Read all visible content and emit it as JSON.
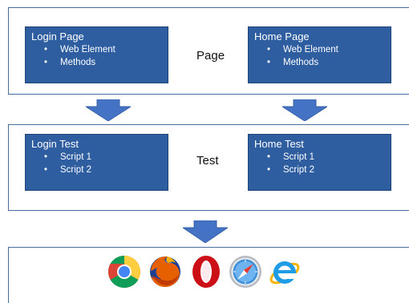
{
  "layers": {
    "page": {
      "label": "Page",
      "boxes": [
        {
          "title": "Login Page",
          "items": [
            "Web Element",
            "Methods"
          ]
        },
        {
          "title": "Home Page",
          "items": [
            "Web Element",
            "Methods"
          ]
        }
      ]
    },
    "test": {
      "label": "Test",
      "boxes": [
        {
          "title": "Login Test",
          "items": [
            "Script 1",
            "Script 2"
          ]
        },
        {
          "title": "Home Test",
          "items": [
            "Script 1",
            "Script 2"
          ]
        }
      ]
    }
  },
  "browsers": [
    "chrome-icon",
    "firefox-icon",
    "opera-icon",
    "safari-icon",
    "internet-explorer-icon"
  ],
  "colors": {
    "box_fill": "#2e5ea0",
    "arrow_fill": "#4472c4",
    "panel_border": "#4a6f9c"
  }
}
